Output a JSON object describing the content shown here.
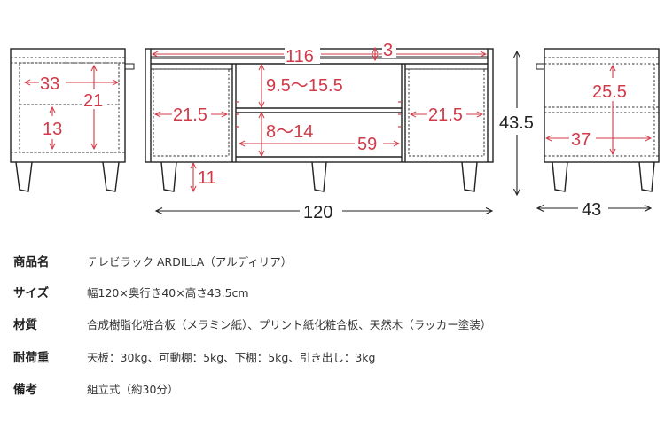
{
  "diagram": {
    "left_side_view": {
      "width_inner": "33",
      "height_inner": "21",
      "drawer_height": "13"
    },
    "front_view": {
      "inner_width_top": "116",
      "top_thickness": "3",
      "upper_shelf_height": "9.5〜15.5",
      "lower_shelf_height": "8〜14",
      "center_width": "59",
      "left_cabinet_width": "21.5",
      "right_cabinet_width": "21.5",
      "leg_height": "11",
      "total_width": "120",
      "total_height": "43.5"
    },
    "right_side_view": {
      "inner_height": "25.5",
      "inner_depth": "37",
      "total_depth": "43"
    },
    "colors": {
      "dimension_red": "#d13a48",
      "line_black": "#222222"
    }
  },
  "specs": [
    {
      "label": "商品名",
      "value": "テレビラック ARDILLA（アルディリア）"
    },
    {
      "label": "サイズ",
      "value": "幅120×奥行き40×高さ43.5cm"
    },
    {
      "label": "材質",
      "value": "合成樹脂化粧合板（メラミン紙）、プリント紙化粧合板、天然木（ラッカー塗装）"
    },
    {
      "label": "耐荷重",
      "value": "天板：30kg、可動棚：5kg、下棚：5kg、引き出し：3kg"
    },
    {
      "label": "備考",
      "value": "組立式（約30分）"
    }
  ]
}
